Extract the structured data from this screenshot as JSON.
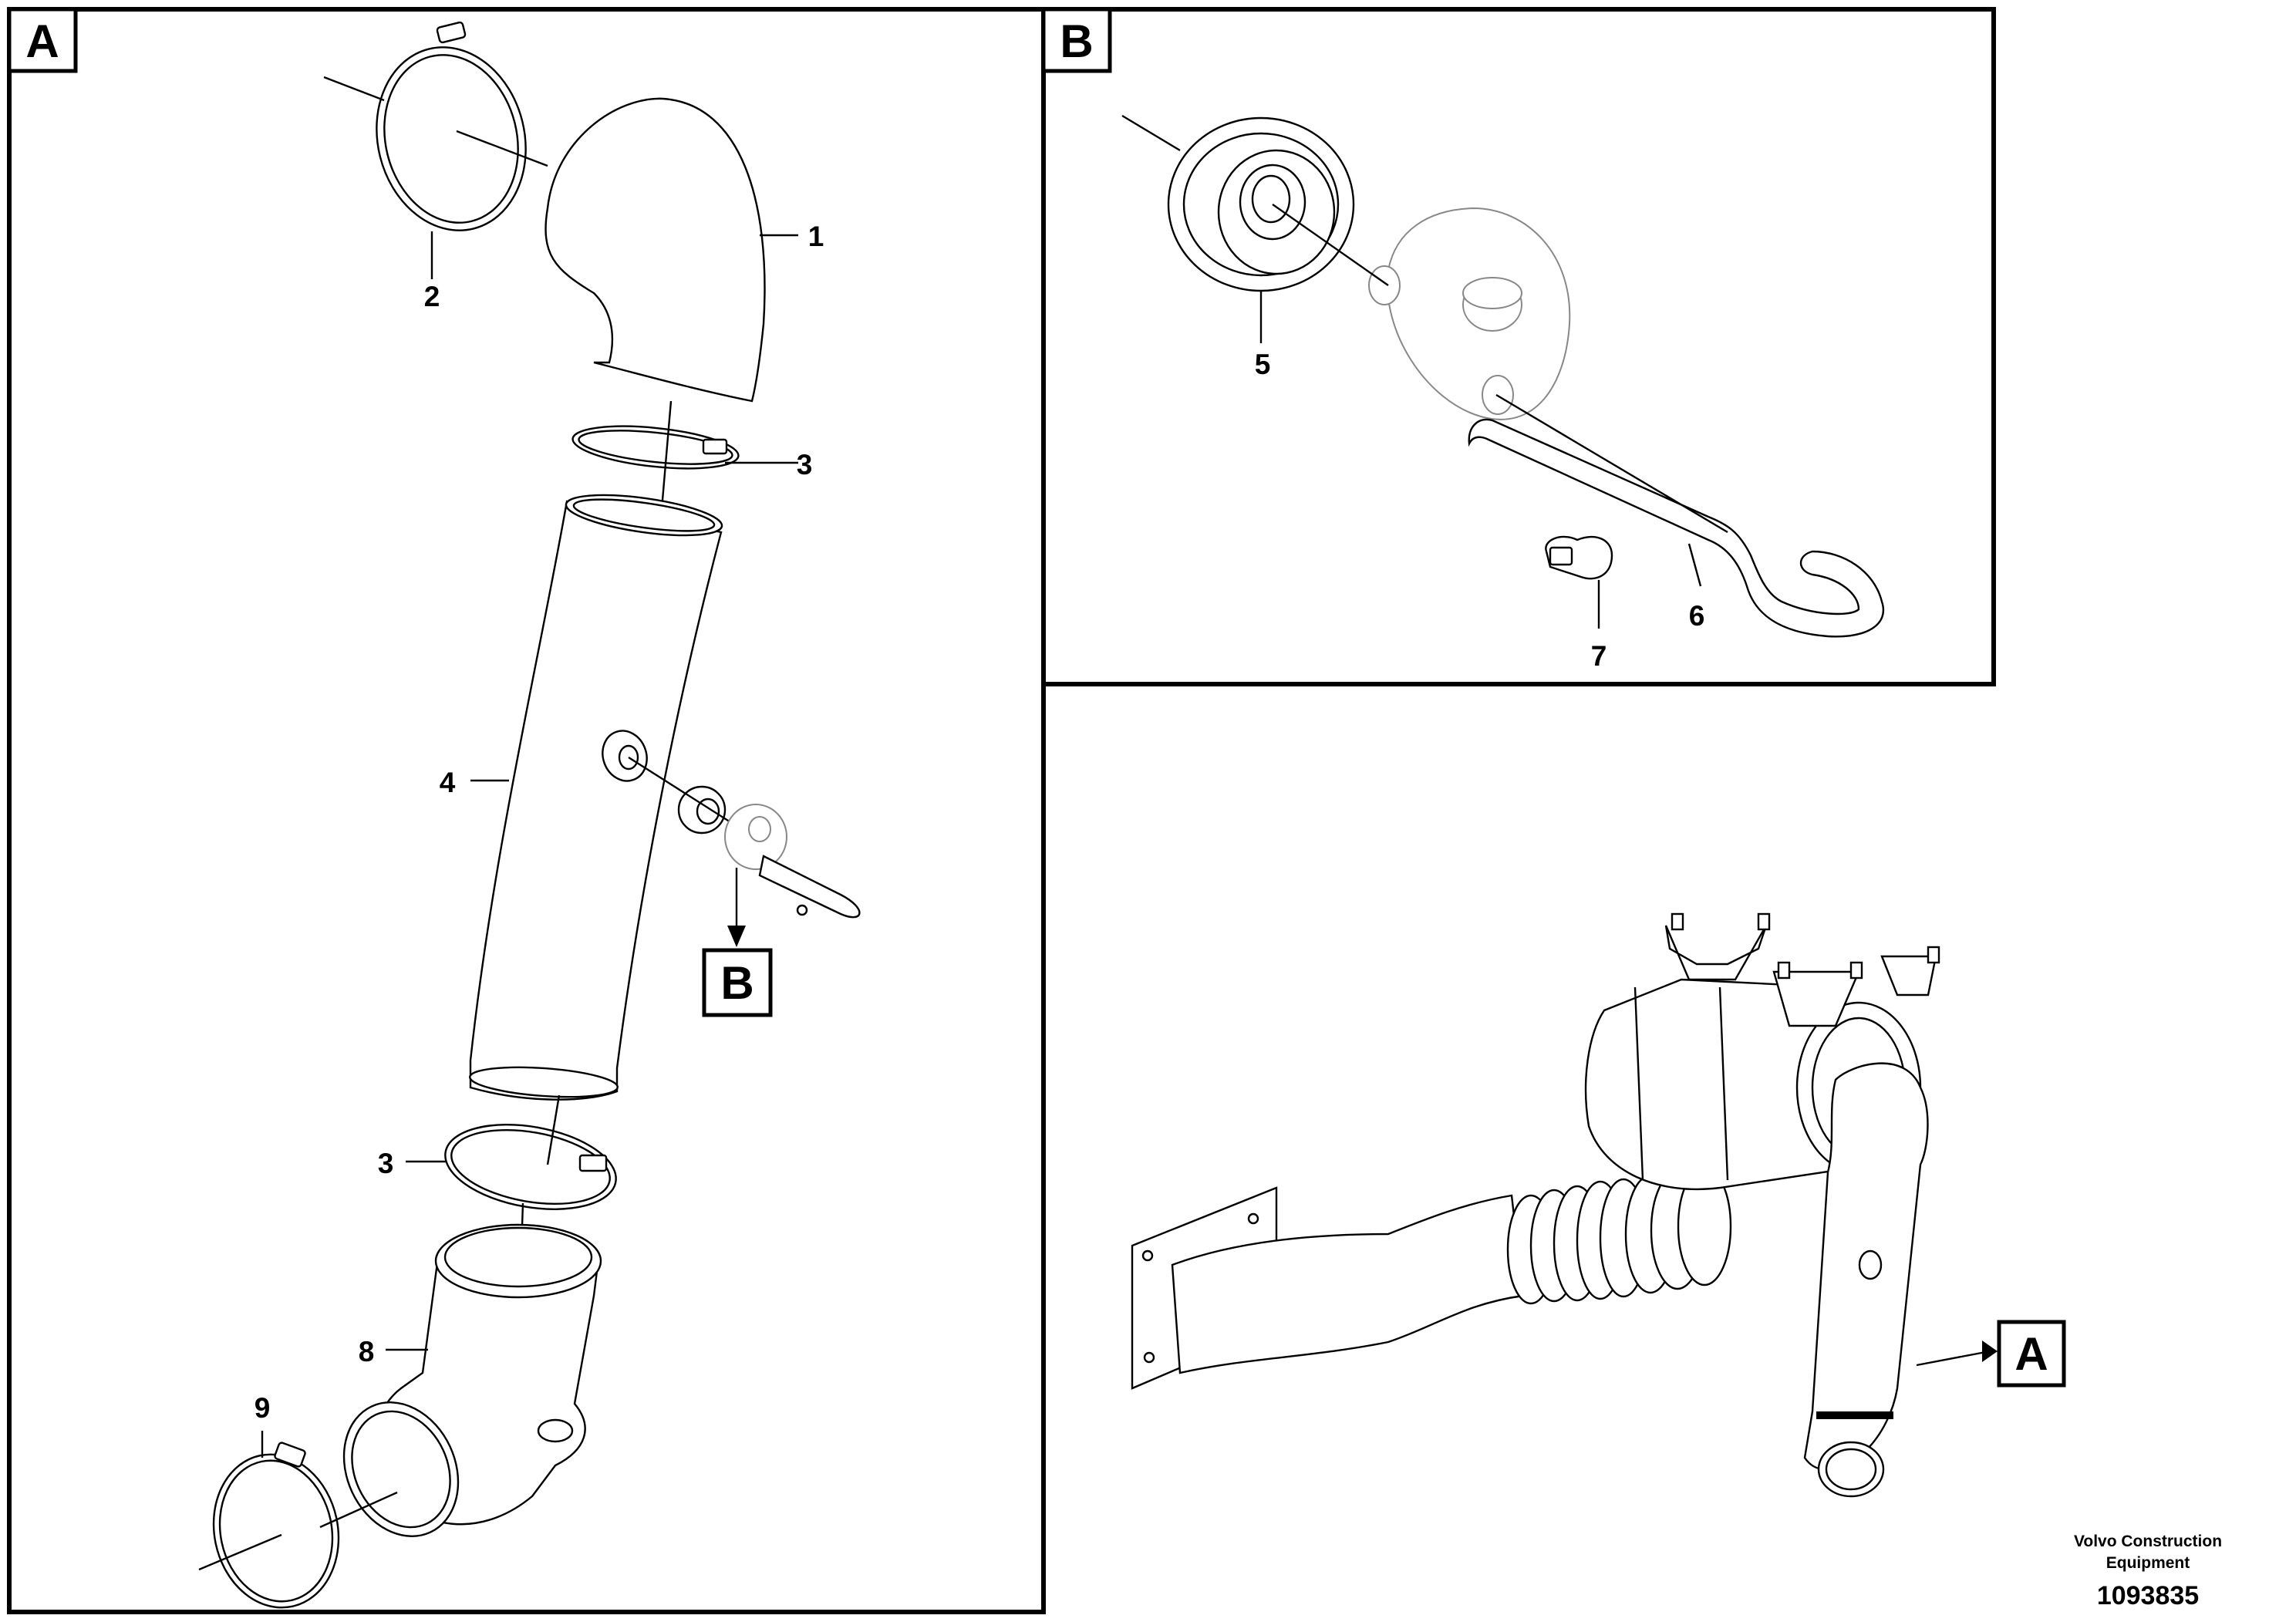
{
  "panels": {
    "a": {
      "tag": "A"
    },
    "b": {
      "tag": "B"
    }
  },
  "callouts": {
    "detail_b": "B",
    "overview_a": "A"
  },
  "parts": {
    "p1": "1",
    "p2": "2",
    "p3_top": "3",
    "p3_bottom": "3",
    "p4": "4",
    "p5": "5",
    "p6": "6",
    "p7": "7",
    "p8": "8",
    "p9": "9"
  },
  "footer": {
    "company_line1": "Volvo Construction",
    "company_line2": "Equipment",
    "drawing_number": "1093835"
  }
}
